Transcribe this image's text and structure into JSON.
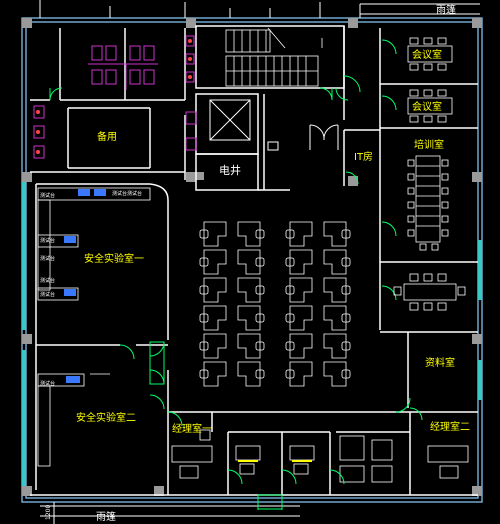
{
  "labels": {
    "canopy_top": "雨篷",
    "canopy_bottom": "雨篷",
    "meeting_1": "会议室",
    "meeting_2": "会议室",
    "training": "培训室",
    "it_room": "IT房",
    "electric_shaft": "电井",
    "spare": "备用",
    "lab_1": "安全实验室一",
    "lab_2": "安全实验室二",
    "archive": "资料室",
    "manager_1": "经理室一",
    "manager_2": "经理室二",
    "dim_bottom": "1200",
    "bench_1": "测试台",
    "bench_2": "测试台测试台",
    "bench_3": "测试台",
    "bench_4": "测试台",
    "bench_5": "测试台",
    "bench_6": "测试台",
    "bench_7": "测试台"
  },
  "colors": {
    "background": "#000000",
    "wall": "#ffffff",
    "outer_wall": "#8ad0ff",
    "window": "#37c8c8",
    "furniture": "#ffffff",
    "door": "#00ff66",
    "text": "#ffff00",
    "toilet": "#cc33cc",
    "accent_red": "#ff4444",
    "column": "#9a9a9a",
    "monitor": "#3a78ff"
  }
}
